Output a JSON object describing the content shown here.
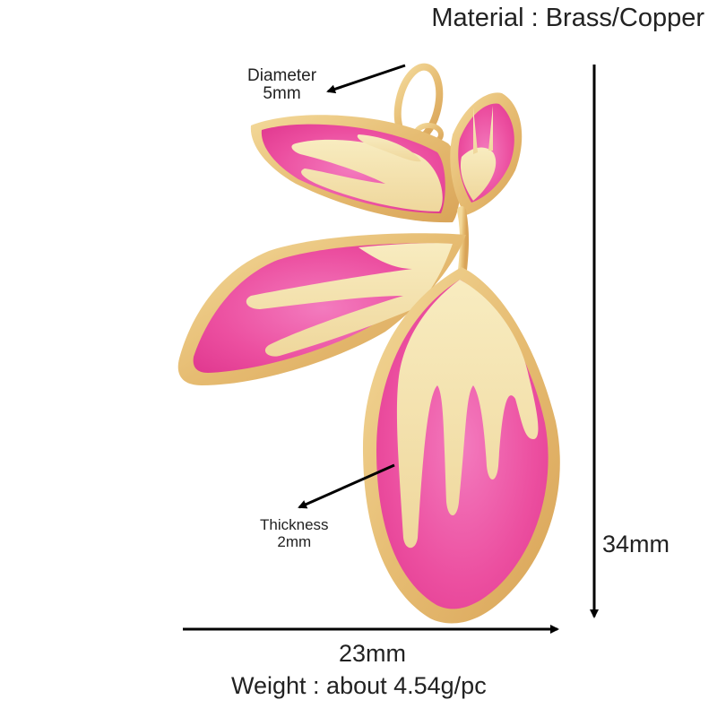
{
  "product": {
    "type": "leaf-pendant",
    "colors": {
      "gold": "#E9C483",
      "gold_light": "#F7E8B8",
      "gold_dark": "#C99A4E",
      "enamel_pink": "#EC4FA0",
      "enamel_light": "#F58CC4",
      "arrow": "#000000"
    }
  },
  "specs": {
    "material": "Material : Brass/Copper",
    "diameter_label": "Diameter",
    "diameter_value": "5mm",
    "thickness_label": "Thickness",
    "thickness_value": "2mm",
    "height_value": "34mm",
    "width_value": "23mm",
    "weight": "Weight : about 4.54g/pc"
  },
  "icons": {
    "arrows": [
      "diameter-arrow-icon",
      "thickness-arrow-icon",
      "height-arrow-icon",
      "width-arrow-icon"
    ]
  }
}
